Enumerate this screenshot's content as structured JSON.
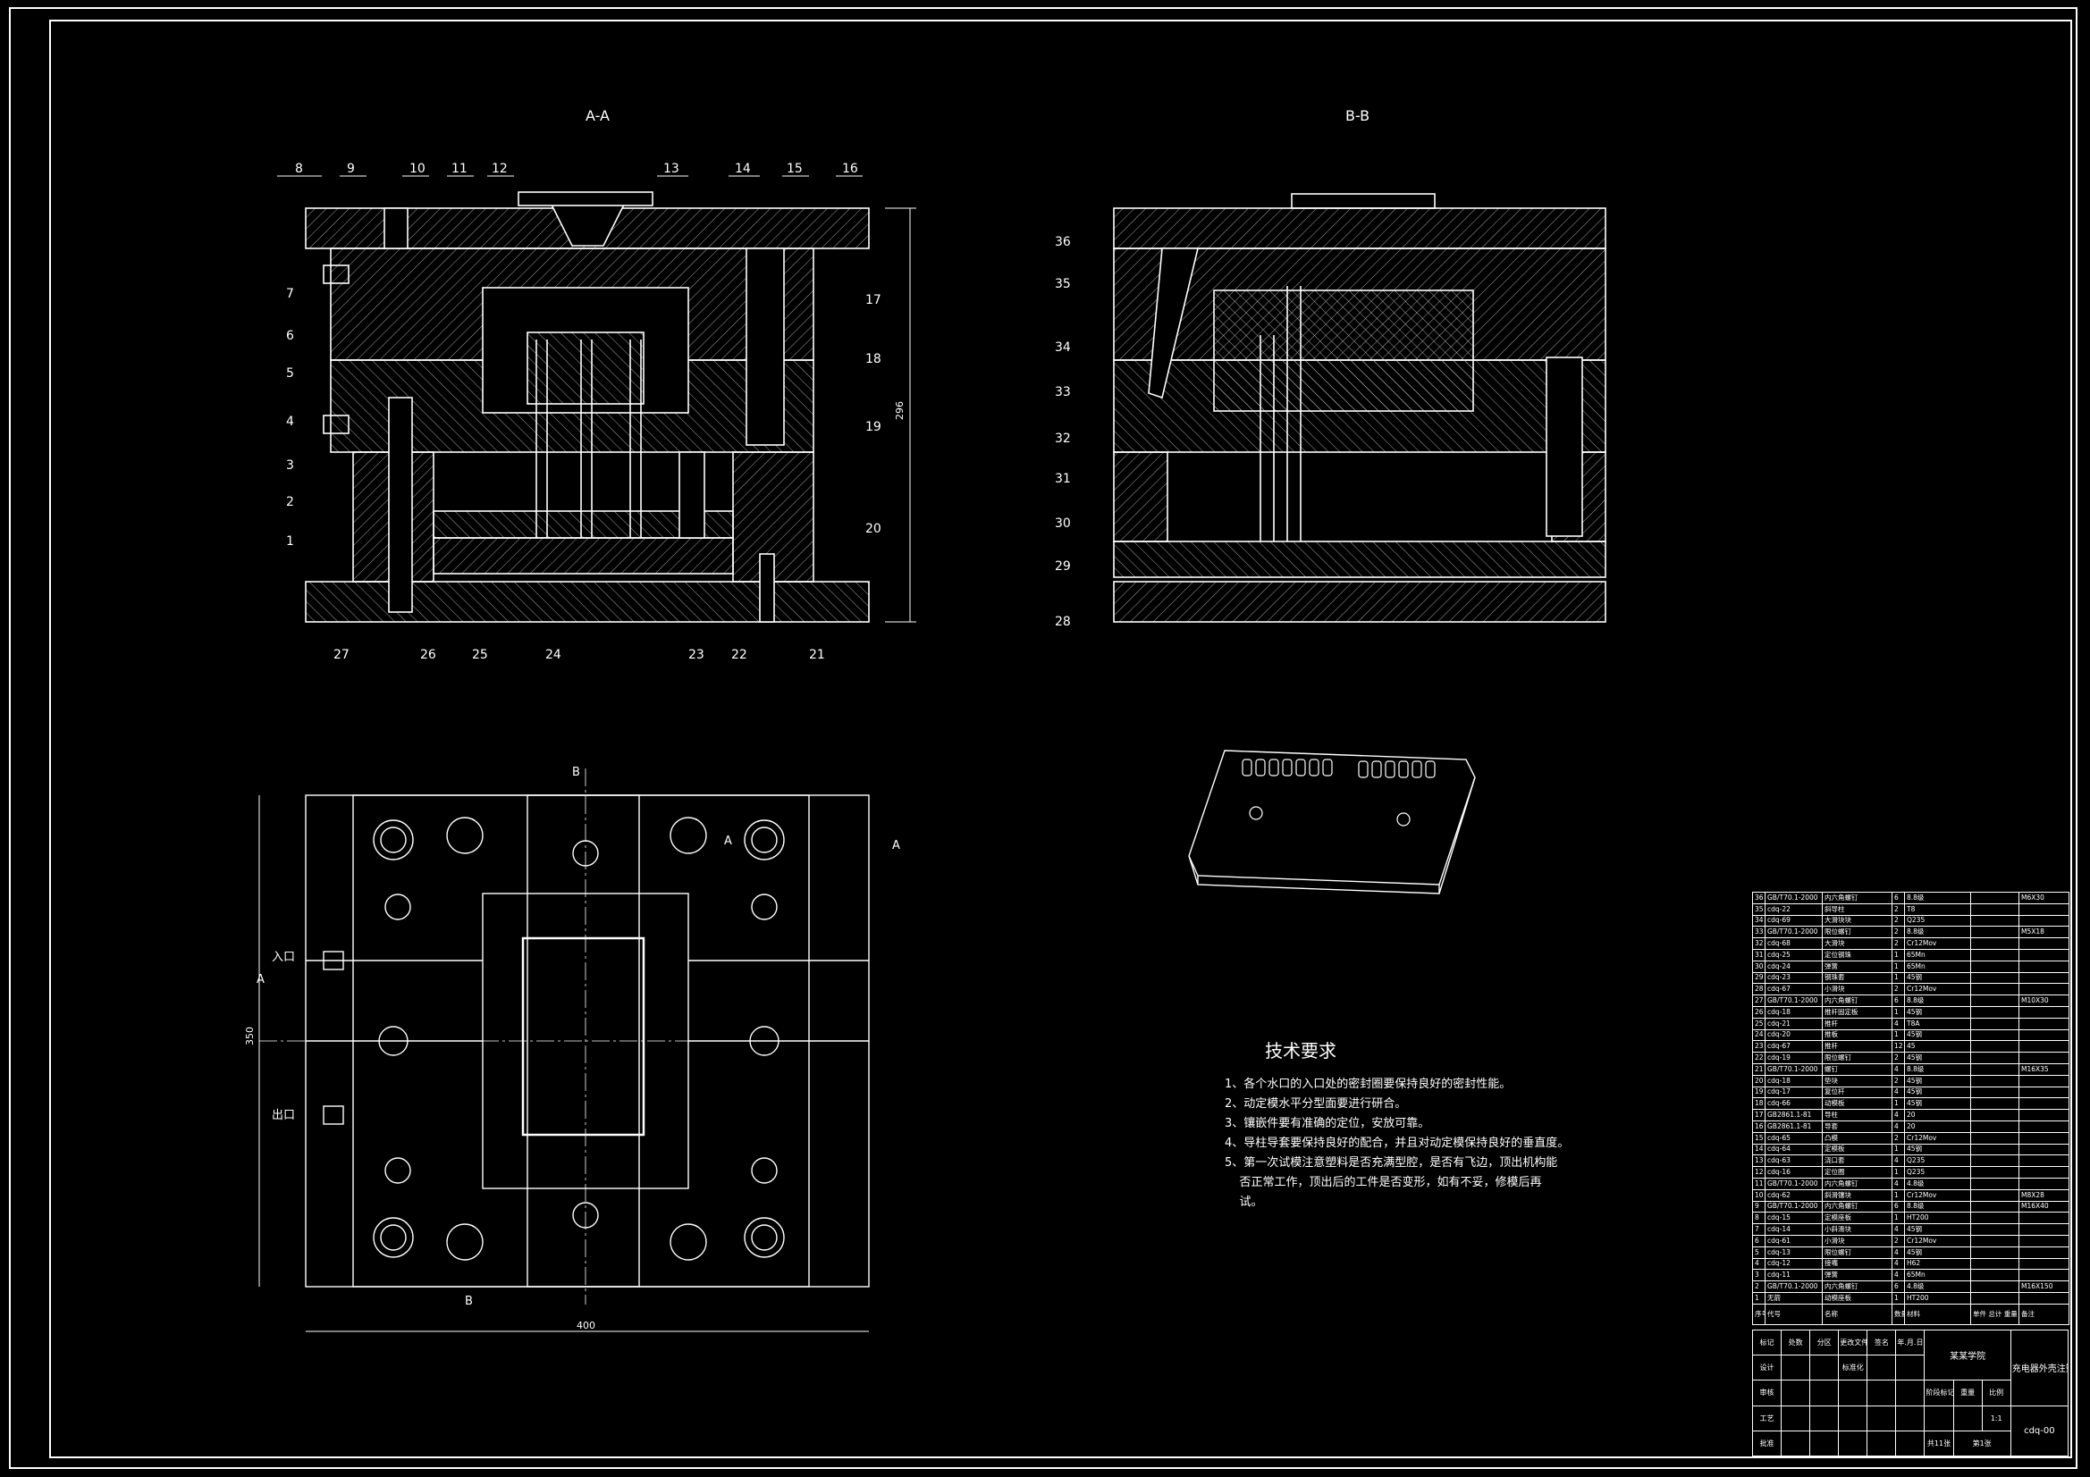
{
  "views": {
    "aa_title": "A-A",
    "bb_title": "B-B",
    "dim_height_aa": "296",
    "dim_width_plan": "400",
    "dim_height_plan": "350",
    "inlet": "入口",
    "outlet": "出口",
    "marker_a": "A",
    "marker_b": "B"
  },
  "balloons_aa_top": [
    "8",
    "9",
    "10",
    "11",
    "12",
    "13",
    "14",
    "15",
    "16"
  ],
  "balloons_aa_left": [
    "7",
    "6",
    "5",
    "4",
    "3",
    "2",
    "1"
  ],
  "balloons_aa_right": [
    "17",
    "18",
    "19",
    "20"
  ],
  "balloons_aa_bottom": [
    "27",
    "26",
    "25",
    "24",
    "23",
    "22",
    "21"
  ],
  "balloons_bb_left": [
    "36",
    "35",
    "34",
    "33",
    "32",
    "31",
    "30",
    "29",
    "28"
  ],
  "tech": {
    "title": "技术要求",
    "items": [
      "1、各个水口的入口处的密封圈要保持良好的密封性能。",
      "2、动定模水平分型面要进行研合。",
      "3、镶嵌件要有准确的定位，安放可靠。",
      "4、导柱导套要保持良好的配合，并且对动定模保持良好的垂直度。",
      "5、第一次试模注意塑料是否充满型腔，是否有飞边，顶出机构能\n    否正常工作，顶出后的工件是否变形，如有不妥，修模后再\n    试。"
    ]
  },
  "bom": {
    "rows": [
      [
        "36",
        "GB/T70.1-2000",
        "内六角螺钉",
        "6",
        "8.8级",
        "M6X30"
      ],
      [
        "35",
        "cdq-22",
        "斜导柱",
        "2",
        "T8",
        ""
      ],
      [
        "34",
        "cdq-69",
        "大滑块块",
        "2",
        "Q235",
        ""
      ],
      [
        "33",
        "GB/T70.1-2000",
        "限位螺钉",
        "2",
        "8.8级",
        "M5X18"
      ],
      [
        "32",
        "cdq-68",
        "大滑块",
        "2",
        "Cr12Mov",
        ""
      ],
      [
        "31",
        "cdq-25",
        "定位钢珠",
        "1",
        "65Mn",
        ""
      ],
      [
        "30",
        "cdq-24",
        "弹簧",
        "1",
        "65Mn",
        ""
      ],
      [
        "29",
        "cdq-23",
        "钢珠套",
        "1",
        "45钢",
        ""
      ],
      [
        "28",
        "cdq-67",
        "小滑块",
        "2",
        "Cr12Mov",
        ""
      ],
      [
        "27",
        "GB/T70.1-2000",
        "内六角螺钉",
        "6",
        "8.8级",
        "M10X30"
      ],
      [
        "26",
        "cdq-18",
        "推杆固定板",
        "1",
        "45钢",
        ""
      ],
      [
        "25",
        "cdq-21",
        "推杆",
        "4",
        "T8A",
        ""
      ],
      [
        "24",
        "cdq-20",
        "推板",
        "1",
        "45钢",
        ""
      ],
      [
        "23",
        "cdq-67",
        "推杆",
        "12",
        "45",
        ""
      ],
      [
        "22",
        "cdq-19",
        "限位螺钉",
        "2",
        "45钢",
        ""
      ],
      [
        "21",
        "GB/T70.1-2000",
        "螺钉",
        "4",
        "8.8级",
        "M16X35"
      ],
      [
        "20",
        "cdq-18",
        "垫块",
        "2",
        "45钢",
        ""
      ],
      [
        "19",
        "cdq-17",
        "复位杆",
        "4",
        "45钢",
        ""
      ],
      [
        "18",
        "cdq-66",
        "动模板",
        "1",
        "45钢",
        ""
      ],
      [
        "17",
        "GB2861.1-81",
        "导柱",
        "4",
        "20",
        ""
      ],
      [
        "16",
        "GB2861.1-81",
        "导套",
        "4",
        "20",
        ""
      ],
      [
        "15",
        "cdq-65",
        "凸模",
        "2",
        "Cr12Mov",
        ""
      ],
      [
        "14",
        "cdq-64",
        "定模板",
        "1",
        "45钢",
        ""
      ],
      [
        "13",
        "cdq-63",
        "浇口套",
        "4",
        "Q235",
        ""
      ],
      [
        "12",
        "cdq-16",
        "定位圈",
        "1",
        "Q235",
        ""
      ],
      [
        "11",
        "GB/T70.1-2000",
        "内六角螺钉",
        "4",
        "4.8级",
        ""
      ],
      [
        "10",
        "cdq-62",
        "斜滑镶块",
        "1",
        "Cr12Mov",
        "M8X28"
      ],
      [
        "9",
        "GB/T70.1-2000",
        "内六角螺钉",
        "6",
        "8.8级",
        "M16X40"
      ],
      [
        "8",
        "cdq-15",
        "定模座板",
        "1",
        "HT200",
        ""
      ],
      [
        "7",
        "cdq-14",
        "小斜滑块",
        "4",
        "45钢",
        ""
      ],
      [
        "6",
        "cdq-61",
        "小滑块",
        "2",
        "Cr12Mov",
        ""
      ],
      [
        "5",
        "cdq-13",
        "限位螺钉",
        "4",
        "45钢",
        ""
      ],
      [
        "4",
        "cdq-12",
        "接嘴",
        "4",
        "H62",
        ""
      ],
      [
        "3",
        "cdq-11",
        "弹簧",
        "4",
        "65Mn",
        ""
      ],
      [
        "2",
        "GB/T70.1-2000",
        "内六角螺钉",
        "6",
        "4.8级",
        "M16X150"
      ],
      [
        "1",
        "无箭",
        "动模座板",
        "1",
        "HT200",
        ""
      ]
    ],
    "header": [
      "序号",
      "代号",
      "名称",
      "数量",
      "材料",
      "单件",
      "总计",
      "备注"
    ],
    "header_extra": "重量"
  },
  "titleblock": {
    "company": "某某学院",
    "drawing_name": "充电器外壳注塑模",
    "drawing_no": "cdq-00",
    "scale": "1:1",
    "sheets": "共11张",
    "sheet_no": "第1张",
    "stage": "阶段标记",
    "weight": "重量",
    "ratio": "比例",
    "design": "设计",
    "review": "审核",
    "process": "工艺",
    "approve": "批准",
    "mark": "标记",
    "count": "处数",
    "zone": "分区",
    "change_doc": "更改文件号",
    "sign": "签名",
    "date": "年.月.日",
    "standard": "标准化"
  }
}
